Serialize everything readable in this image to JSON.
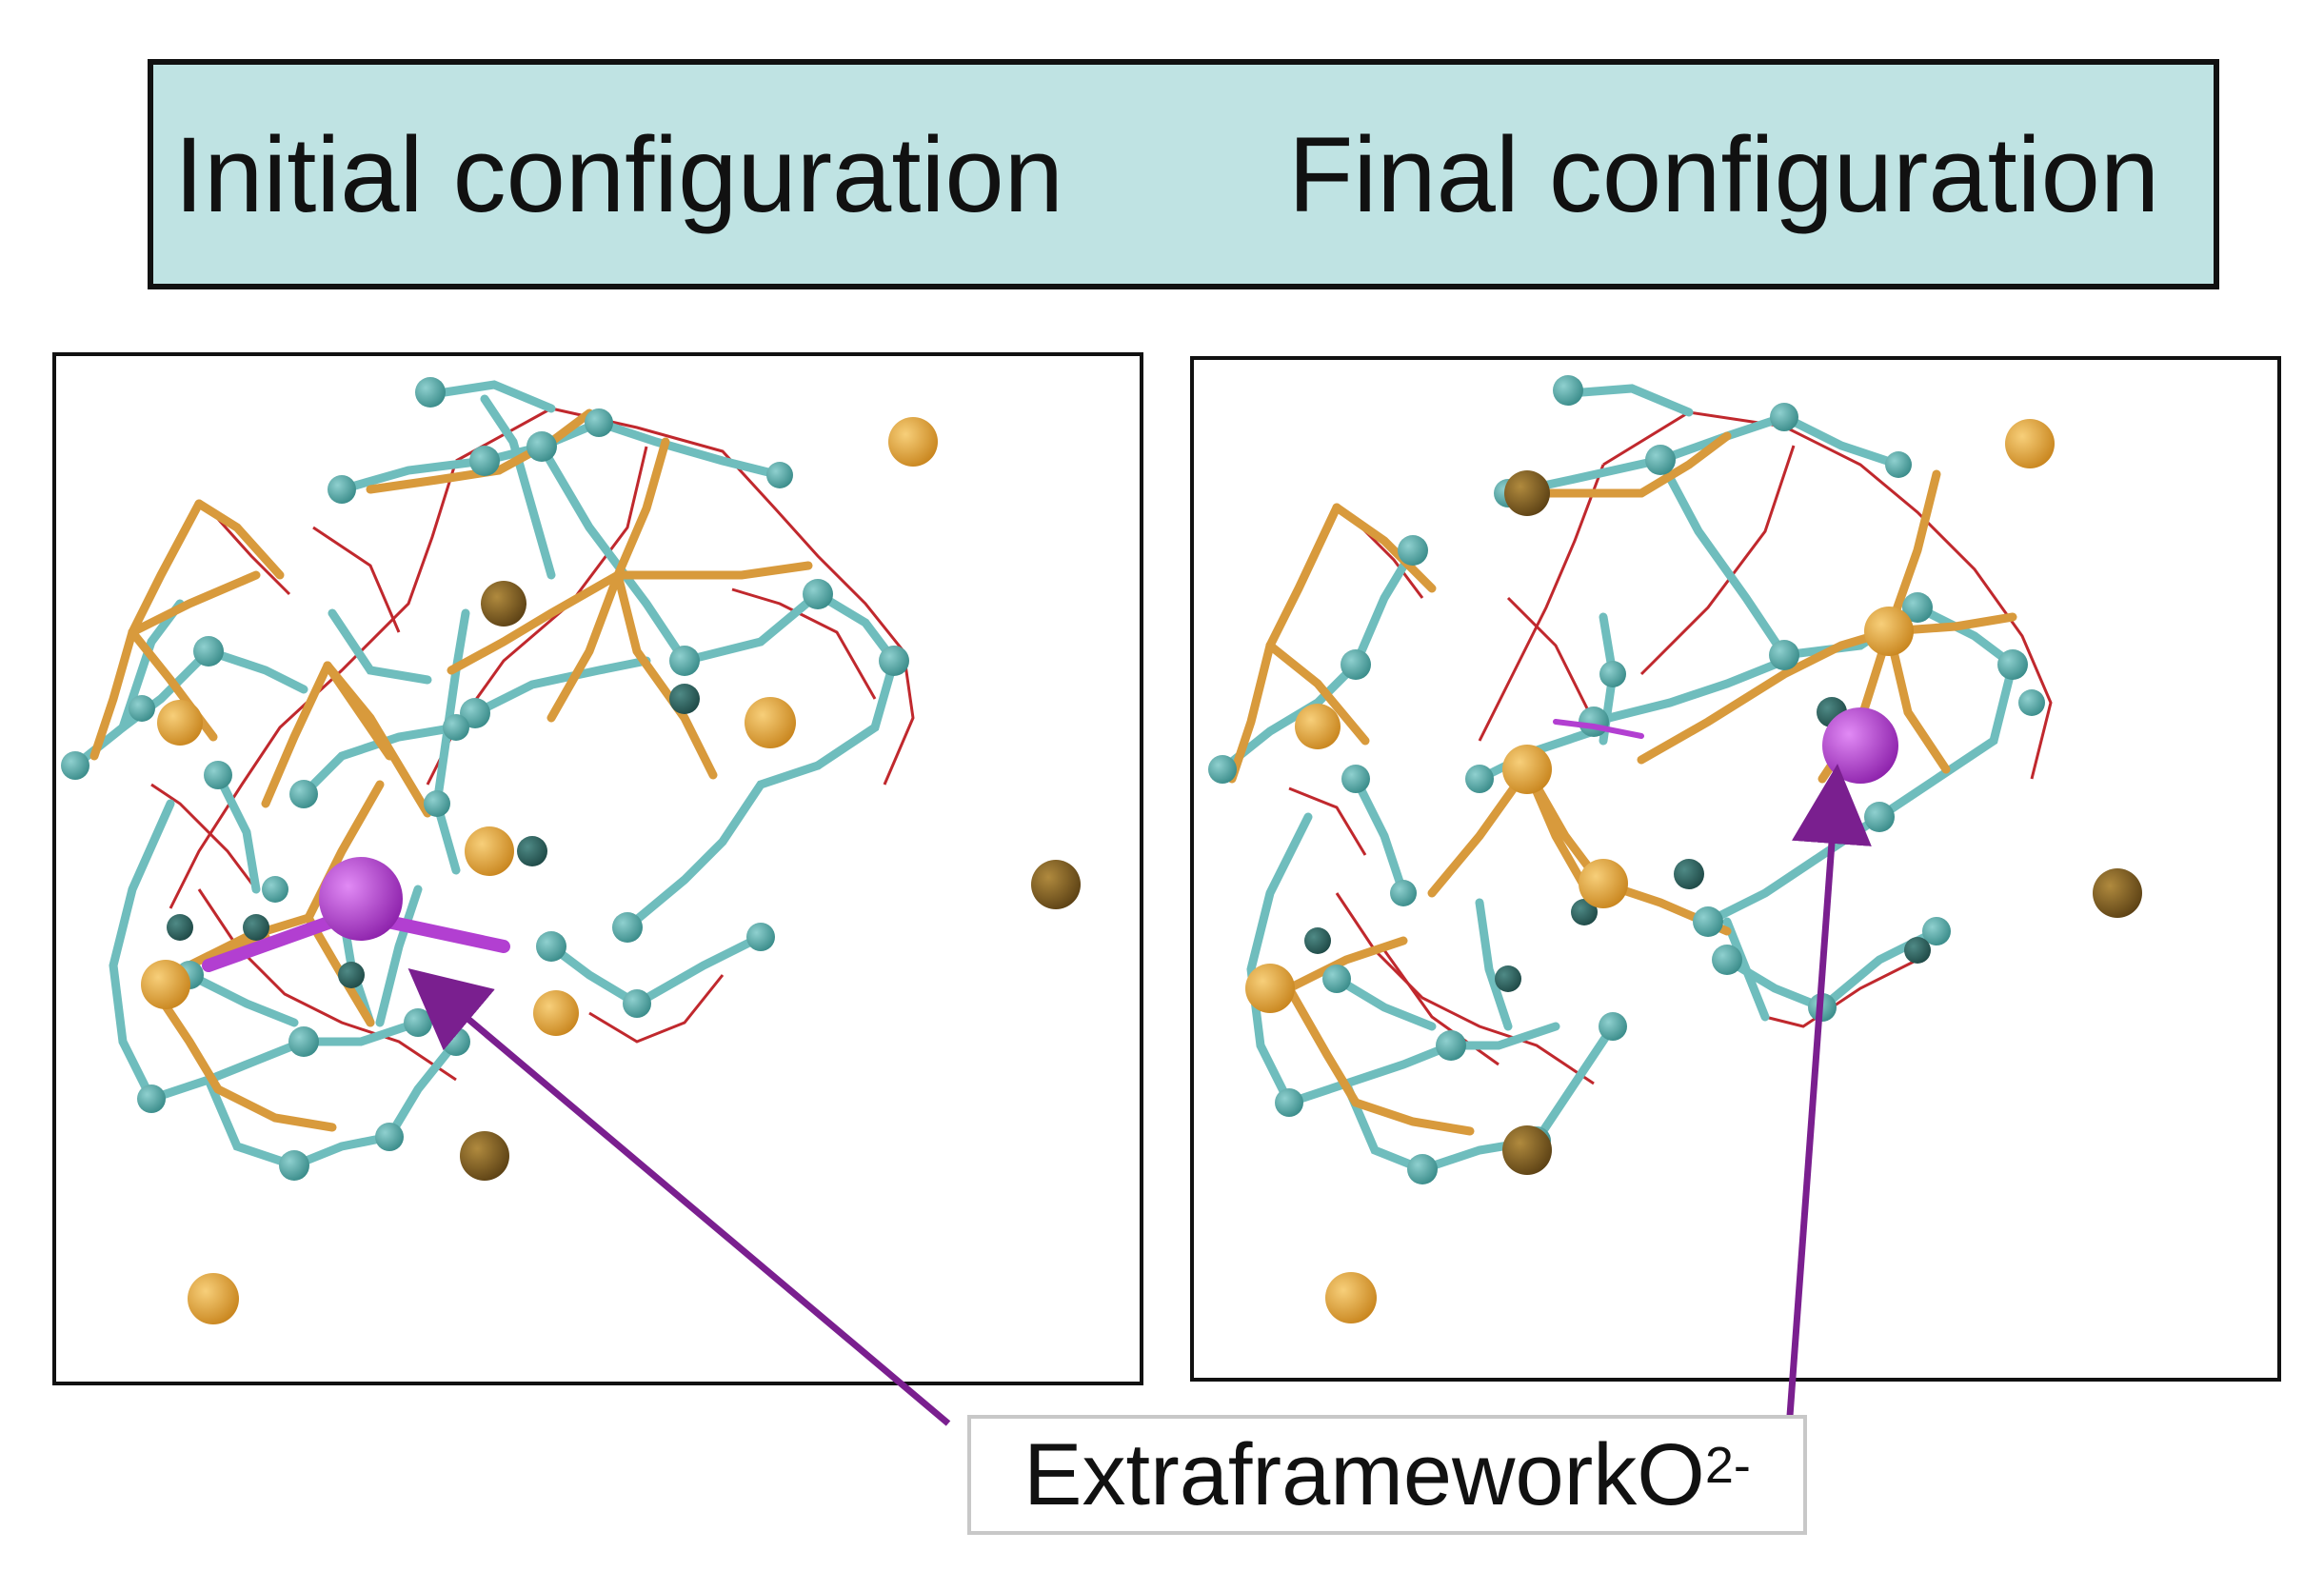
{
  "header": {
    "initial_label": "Initial configuration",
    "final_label": "Final configuration"
  },
  "callout": {
    "label": "ExtraframeworkO",
    "superscript": "2-"
  },
  "colors": {
    "header_fill": "#bfe3e3",
    "t_atom": "#e6a43a",
    "t_atom_dark": "#8a6322",
    "o_atom": "#4fa6a6",
    "o_atom_dark": "#2f6f6b",
    "bond_teal": "#6fbdbd",
    "bond_orange": "#d89a3c",
    "bond_red": "#c0282d",
    "extraframework_o": "#b23fd1",
    "arrow": "#7a1f8f"
  }
}
